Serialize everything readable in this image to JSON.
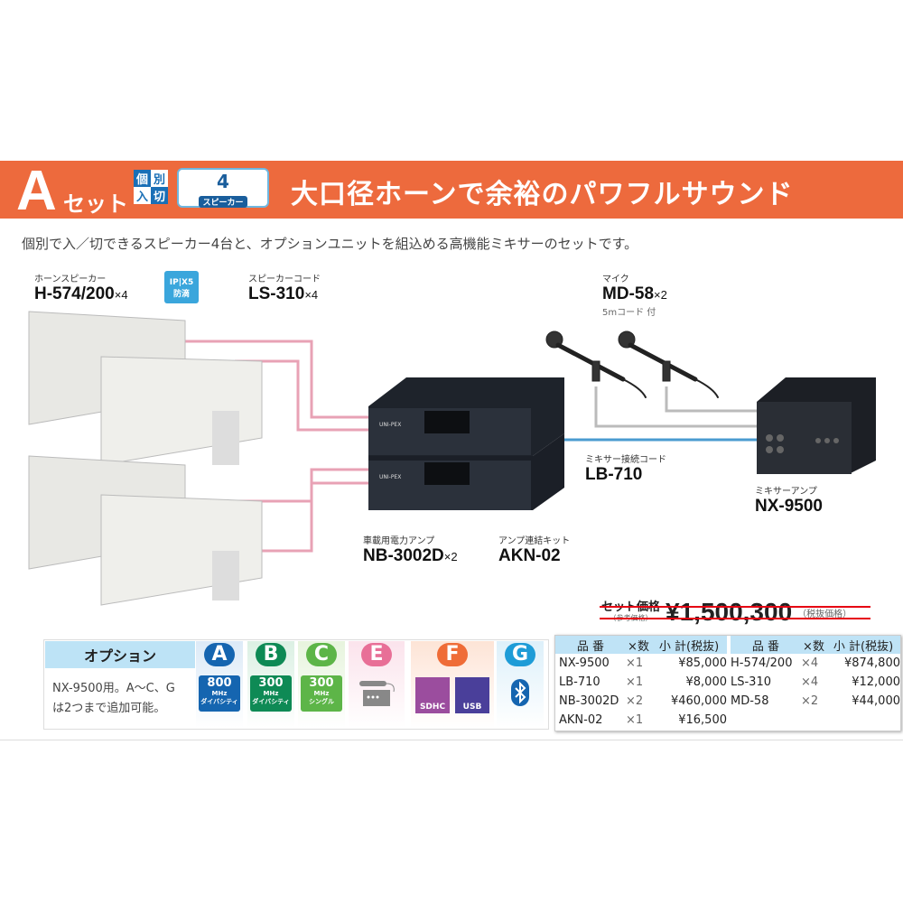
{
  "header": {
    "set_letter": "A",
    "set_label": "セット",
    "badge_kobetsu": [
      "個",
      "別",
      "入",
      "切"
    ],
    "badge_speaker_count": "4",
    "badge_speaker_label": "スピーカー",
    "headline": "大口径ホーンで余裕のパワフルサウンド"
  },
  "subtitle": "個別で入／切できるスピーカー4台と、オプションユニットを組込める高機能ミキサーのセットです。",
  "products": {
    "speaker": {
      "category": "ホーンスピーカー",
      "model": "H-574/200",
      "qty": "×4",
      "ip_rating": [
        "IP",
        "X5",
        "防滴"
      ]
    },
    "cord": {
      "category": "スピーカーコード",
      "model": "LS-310",
      "qty": "×4"
    },
    "mic": {
      "category": "マイク",
      "model": "MD-58",
      "qty": "×2",
      "note": "5mコード 付"
    },
    "mixer_cord": {
      "category": "ミキサー接続コード",
      "model": "LB-710"
    },
    "mixer": {
      "category": "ミキサーアンプ",
      "model": "NX-9500"
    },
    "amp": {
      "category": "車載用電力アンプ",
      "model": "NB-3002D",
      "qty": "×2"
    },
    "kit": {
      "category": "アンプ連結キット",
      "model": "AKN-02"
    }
  },
  "options": {
    "title": "オプション",
    "desc": [
      "NX-9500用。A〜C、G",
      "は2つまで追加可能。"
    ],
    "items": [
      {
        "letter": "A",
        "color": "#1565B0",
        "bg": "#E3EEF8",
        "label": [
          "800",
          "MHz",
          "ダイバシティ"
        ]
      },
      {
        "letter": "B",
        "color": "#0E8A55",
        "bg": "#E2F3EA",
        "label": [
          "300",
          "MHz",
          "ダイバシティ"
        ]
      },
      {
        "letter": "C",
        "color": "#5DB548",
        "bg": "#EAF5E2",
        "label": [
          "300",
          "MHz",
          "シングル"
        ]
      },
      {
        "letter": "E",
        "color": "#E86F97",
        "bg": "#FBE6EE",
        "icon": "mic-tuner-icon"
      },
      {
        "letter": "F",
        "color": "#EF6C37",
        "bg": "#FDE9DF",
        "label": [
          "SDHC",
          "USB"
        ]
      },
      {
        "letter": "G",
        "color": "#1E9CD7",
        "bg": "#E1F1FA",
        "icon": "bluetooth-icon"
      }
    ]
  },
  "price": {
    "label": "セット価格",
    "ref": "（参考価格）",
    "value": "¥1,500,300",
    "tax": "（税抜価格）",
    "strikethrough_color": "#E60012"
  },
  "table": {
    "headers": [
      "品 番",
      "×数",
      "小 計(税抜)"
    ],
    "left": [
      [
        "NX-9500",
        "×1",
        "¥85,000"
      ],
      [
        "LB-710",
        "×1",
        "¥8,000"
      ],
      [
        "NB-3002D",
        "×2",
        "¥460,000"
      ],
      [
        "AKN-02",
        "×1",
        "¥16,500"
      ]
    ],
    "right": [
      [
        "H-574/200",
        "×4",
        "¥874,800"
      ],
      [
        "LS-310",
        "×4",
        "¥12,000"
      ],
      [
        "MD-58",
        "×2",
        "¥44,000"
      ]
    ]
  },
  "brand": "UNI-PEX"
}
